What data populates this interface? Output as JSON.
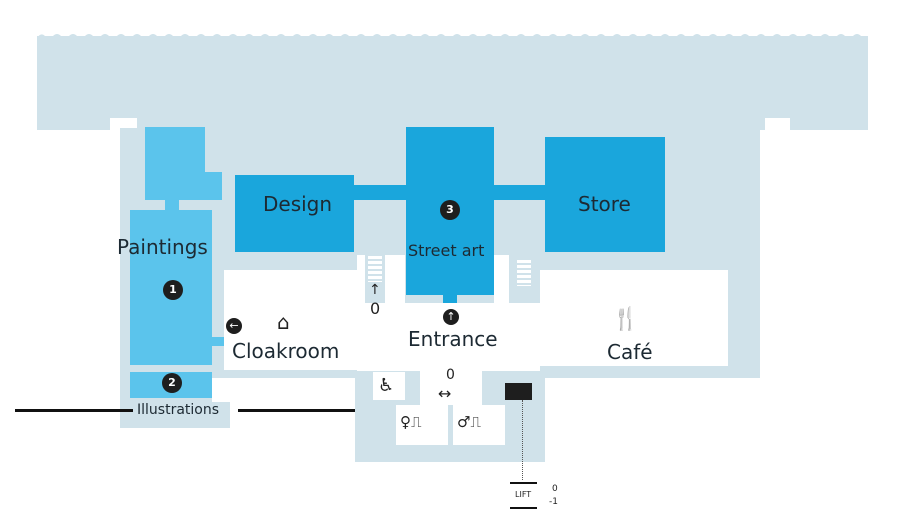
{
  "rooms": {
    "paintings": {
      "label": "Paintings",
      "number": "1"
    },
    "illustrations": {
      "label": "Illustrations",
      "number": "2"
    },
    "street_art": {
      "label": "Street art",
      "number": "3"
    },
    "design": {
      "label": "Design"
    },
    "store": {
      "label": "Store"
    },
    "cloakroom": {
      "label": "Cloakroom"
    },
    "entrance": {
      "label": "Entrance"
    },
    "cafe": {
      "label": "Café"
    }
  },
  "stairs_level": "0",
  "lift_level": "0",
  "lift": {
    "label": "LIFT",
    "levels_top": "0",
    "levels_bottom": "-1"
  },
  "colors": {
    "building": "#d0e2ea",
    "gallery_dark": "#1aa6dc",
    "gallery_light": "#5bc4ec"
  }
}
